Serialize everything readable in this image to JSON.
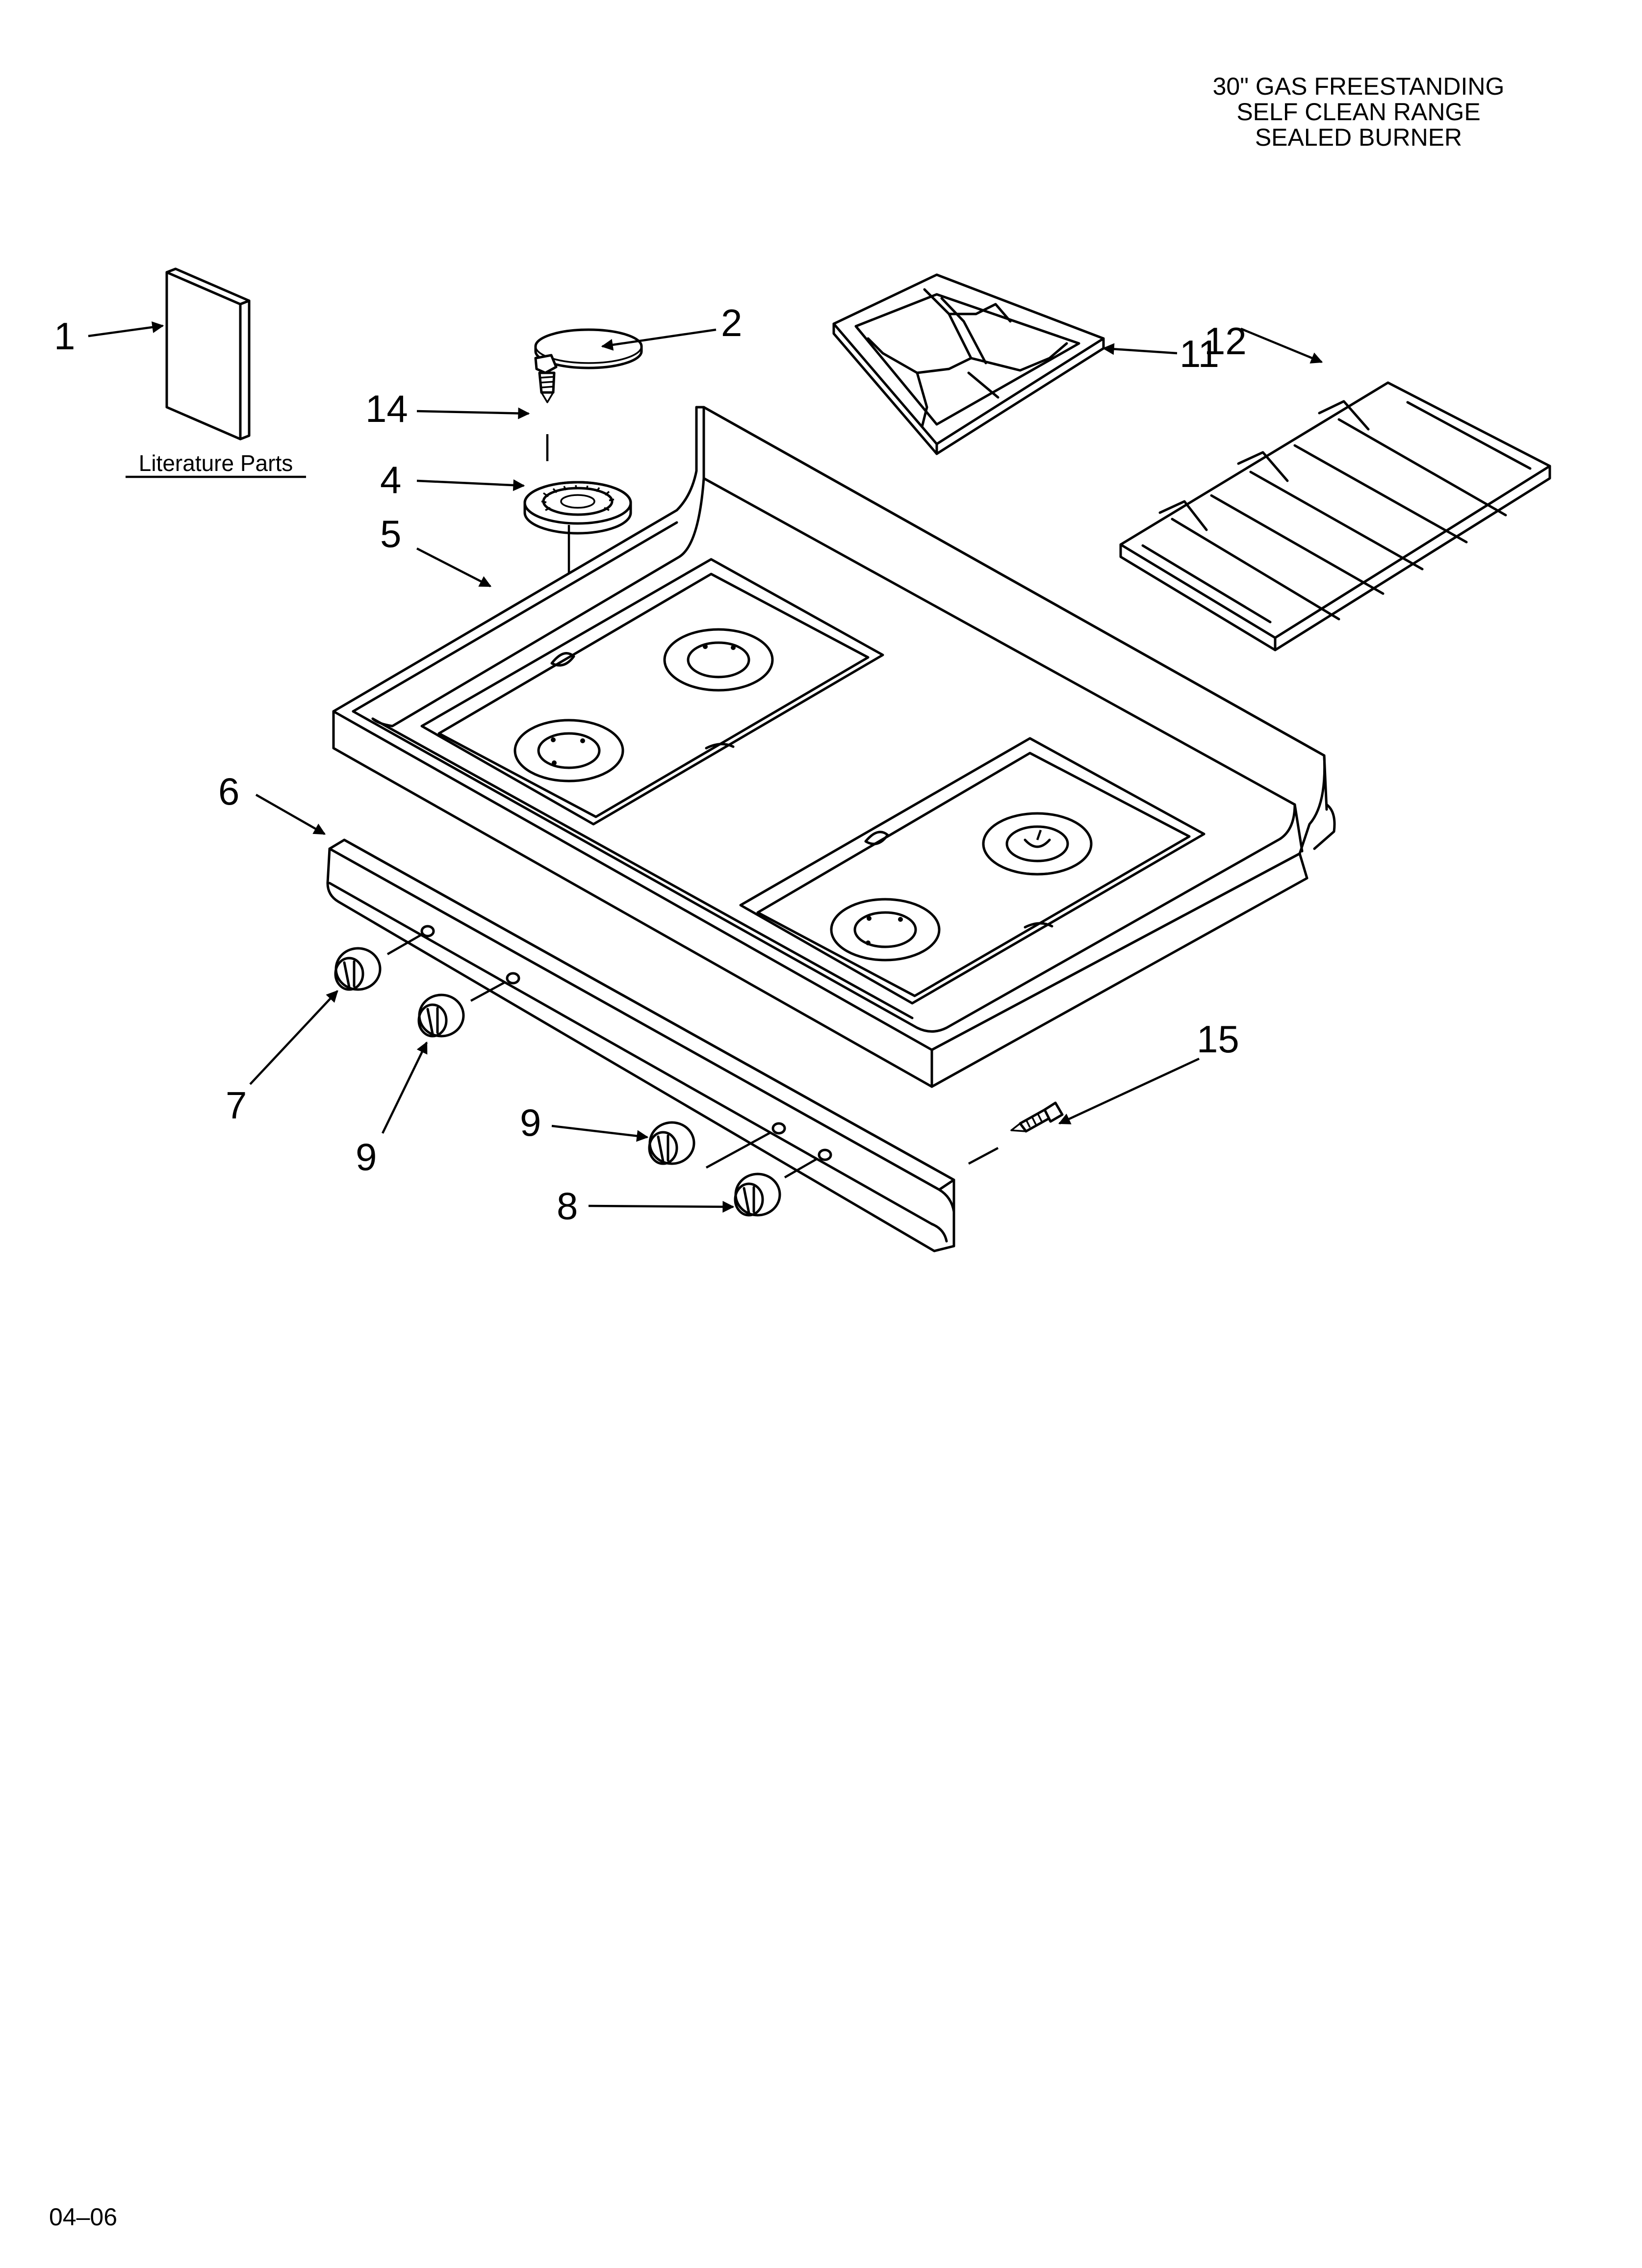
{
  "title": {
    "line1": "30\" GAS FREESTANDING",
    "line2": "SELF CLEAN RANGE",
    "line3": "SEALED BURNER"
  },
  "footer": {
    "date_code": "04–06"
  },
  "literature_label": "Literature Parts",
  "callouts": {
    "c1": "1",
    "c2": "2",
    "c4": "4",
    "c5": "5",
    "c6": "6",
    "c7": "7",
    "c8": "8",
    "c9a": "9",
    "c9b": "9",
    "c11": "11",
    "c12": "12",
    "c14": "14",
    "c15": "15"
  },
  "colors": {
    "ink": "#000000",
    "paper": "#ffffff"
  }
}
